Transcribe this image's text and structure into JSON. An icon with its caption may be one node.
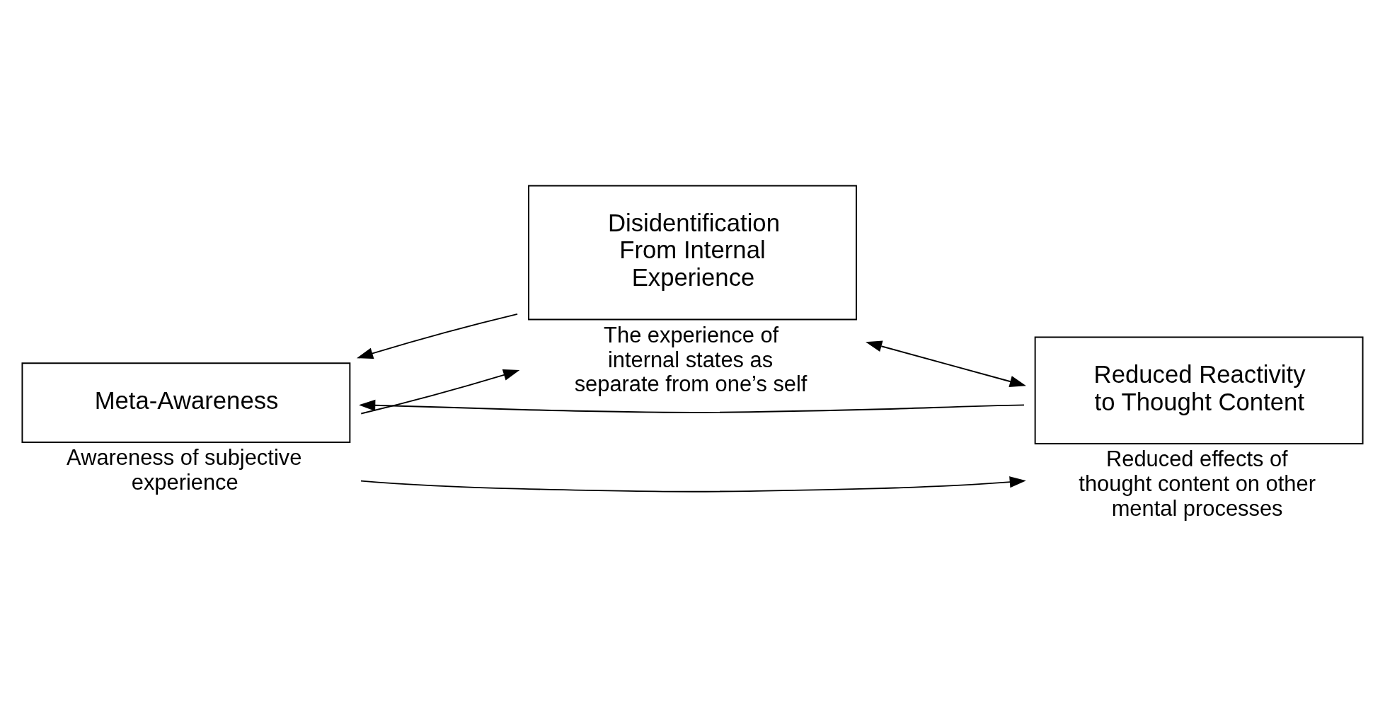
{
  "diagram": {
    "nodes": [
      {
        "text": [
          "Meta-Awareness"
        ],
        "beside": [
          "Awareness of subjective experience"
        ]
      },
      {
        "text": [
          "Disidentification From Internal Experience"
        ],
        "beside": [
          "The experience of internal states as separate from one’s self"
        ]
      },
      {
        "text": [
          "Reduced Reactivity to Thought Content"
        ],
        "beside": [
          "Reduced effects of thought content on other mental processes"
        ]
      }
    ],
    "edges": [
      {
        "from": 0,
        "to": 1,
        "arrow": "to"
      },
      {
        "from": 0,
        "to": 2,
        "arrow": "to"
      },
      {
        "from": 1,
        "to": 2,
        "arrow": "both"
      },
      {
        "from": 1,
        "to": 0,
        "arrow": "to"
      },
      {
        "from": 2,
        "to": 0,
        "arrow": "to"
      }
    ]
  }
}
